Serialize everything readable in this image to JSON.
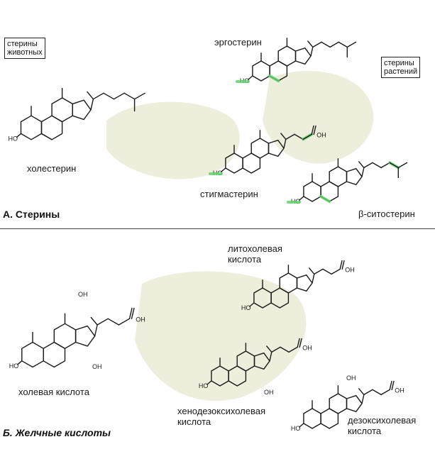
{
  "panel_a": {
    "title": "А. Стерины",
    "box_animal": [
      "стерины",
      "животных"
    ],
    "box_plant": [
      "стерины",
      "растений"
    ],
    "compounds": {
      "cholesterol": "холестерин",
      "ergosterol": "эргостерин",
      "stigmasterol": "стигмастерин",
      "sitosterol": "β-ситостерин"
    }
  },
  "panel_b": {
    "title": "Б. Желчные кислоты",
    "compounds": {
      "cholic": "холевая кислота",
      "lithocholic": [
        "литохолевая",
        "кислота"
      ],
      "chenodeoxycholic": [
        "хенодезоксихолевая",
        "кислота"
      ],
      "deoxycholic": [
        "дезоксихолевая",
        "кислота"
      ]
    }
  },
  "groups": {
    "hydroxyl": "HO",
    "hydroxyl_right": "OH",
    "carboxyl": "OH"
  },
  "colors": {
    "highlight": "#5fd36a",
    "background_blob": "#eeeedc",
    "ink": "#1a1a1a"
  }
}
